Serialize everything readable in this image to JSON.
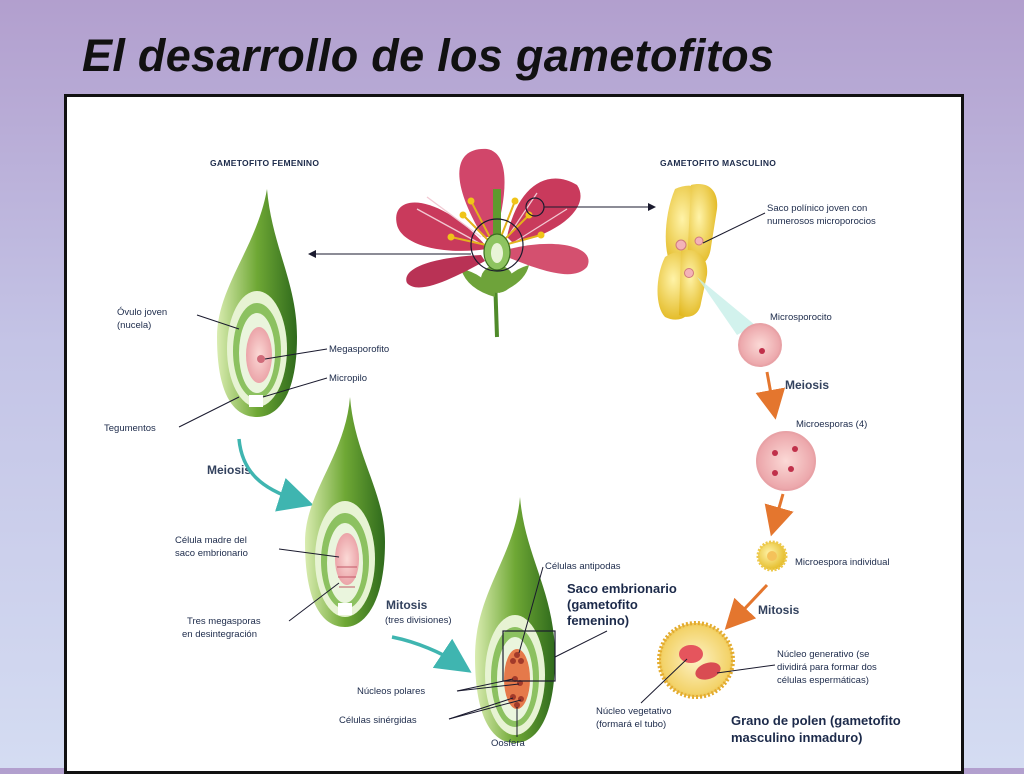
{
  "title": "El desarrollo de los gametofitos",
  "diagram": {
    "female_header": "GAMETOFITO FEMENINO",
    "male_header": "GAMETOFITO MASCULINO",
    "ovule_young": [
      "Óvulo joven",
      "(nucela)"
    ],
    "megasporocyte": "Megasporofito",
    "micropyle": "Micropilo",
    "integuments": "Tegumentos",
    "meiosis_female": "Meiosis",
    "mother_cell": [
      "Célula madre del",
      "saco embrionario"
    ],
    "three_megaspores": [
      "Tres megasporas",
      "en desintegración"
    ],
    "mitosis_female": "Mitosis",
    "three_divisions": "(tres divisiones)",
    "antipodal": "Células antipodas",
    "embryo_sac": [
      "Saco embrionario",
      "(gametofito",
      "femenino)"
    ],
    "polar_nuclei": "Núcleos polares",
    "synergids": "Células sinérgidas",
    "egg_cell": "Oosfera",
    "pollen_sac": [
      "Saco polínico joven con",
      "numerosos microporocios"
    ],
    "microsporocyte": "Microsporocito",
    "meiosis_male": "Meiosis",
    "microspores": "Microesporas (4)",
    "single_microspore": "Microespora individual",
    "mitosis_male": "Mitosis",
    "generative_nucleus": [
      "Núcleo generativo (se",
      "dividirá para formar dos",
      "células espermáticas)"
    ],
    "vegetative_nucleus": [
      "Núcleo vegetativo",
      "(formará el tubo)"
    ],
    "pollen_grain": [
      "Grano de polen (gametofito",
      "masculino inmaduro)"
    ]
  },
  "colors": {
    "petal": "#c93a5c",
    "ovule_green": "#5f9a2e",
    "nucellus_pink": "#f2b3b8",
    "anther_yellow": "#e8c21a",
    "arrow_teal": "#3fb5b0",
    "arrow_orange": "#e4762e"
  }
}
